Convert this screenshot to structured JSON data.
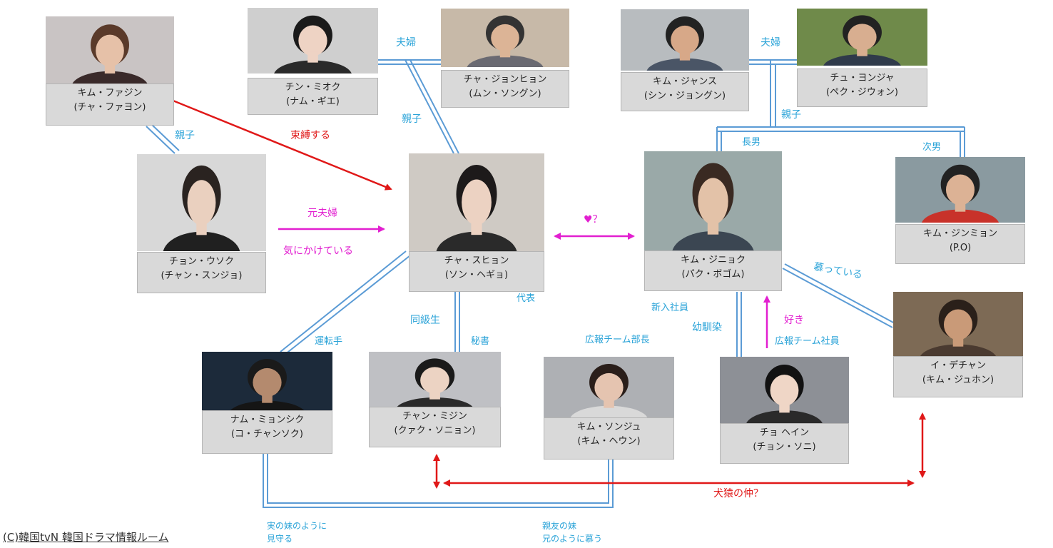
{
  "people": [
    {
      "id": "hwajin",
      "name": "キム・ファジン",
      "actor": "(チャ・ファヨン)",
      "photo": {
        "bg": "#c9c4c4",
        "hair": "#5a3a2a",
        "skin": "#e6c1a8",
        "cloth": "#3a2a2a"
      }
    },
    {
      "id": "mioku",
      "name": "チン・ミオク",
      "actor": "(ナム・ギエ)",
      "photo": {
        "bg": "#cfcfcf",
        "hair": "#1a1a1a",
        "skin": "#eed3c4",
        "cloth": "#2a2a2a"
      }
    },
    {
      "id": "jonghyun",
      "name": "チャ・ジョンヒョン",
      "actor": "(ムン・ソングン)",
      "photo": {
        "bg": "#c7b9a8",
        "hair": "#333",
        "skin": "#dcb496",
        "cloth": "#6a6a72"
      }
    },
    {
      "id": "jangsu",
      "name": "キム・ジャンス",
      "actor": "(シン・ジョングン)",
      "photo": {
        "bg": "#b8bcbf",
        "hair": "#222",
        "skin": "#d7a888",
        "cloth": "#4a5566"
      }
    },
    {
      "id": "yongja",
      "name": "チュ・ヨンジャ",
      "actor": "(ペク・ジウォン)",
      "photo": {
        "bg": "#6f8a4a",
        "hair": "#222",
        "skin": "#d8ae90",
        "cloth": "#2f3a4a"
      }
    },
    {
      "id": "woosok",
      "name": "チョン・ウソク",
      "actor": "(チャン・スンジョ)",
      "photo": {
        "bg": "#d8d8d8",
        "hair": "#2a2320",
        "skin": "#ead0bf",
        "cloth": "#202020"
      }
    },
    {
      "id": "suhyun",
      "name": "チャ・スヒョン",
      "actor": "(ソン・ヘギョ)",
      "photo": {
        "bg": "#cfcac4",
        "hair": "#1d1a1a",
        "skin": "#ecd2c2",
        "cloth": "#2a2a2a"
      }
    },
    {
      "id": "jinhyuk",
      "name": "キム・ジニョク",
      "actor": "(パク・ボゴム)",
      "photo": {
        "bg": "#9aa9a8",
        "hair": "#3a2a22",
        "skin": "#e3c2a8",
        "cloth": "#3b4652"
      }
    },
    {
      "id": "jinmyung",
      "name": "キム・ジンミョン",
      "actor": "(P.O)",
      "photo": {
        "bg": "#8a9aa0",
        "hair": "#222",
        "skin": "#dcb295",
        "cloth": "#c8322a"
      }
    },
    {
      "id": "daechan",
      "name": "イ・デチャン",
      "actor": "(キム・ジュホン)",
      "photo": {
        "bg": "#7d6a55",
        "hair": "#2a201a",
        "skin": "#c99a78",
        "cloth": "#4a3a30"
      }
    },
    {
      "id": "myungsik",
      "name": "ナム・ミョンシク",
      "actor": "(コ・チャンソク)",
      "photo": {
        "bg": "#1c2a3a",
        "hair": "#1a1a1a",
        "skin": "#b48a6e",
        "cloth": "#151515"
      }
    },
    {
      "id": "mijin",
      "name": "チャン・ミジン",
      "actor": "(クァク・ソニョン)",
      "photo": {
        "bg": "#bfc0c4",
        "hair": "#1a1a1a",
        "skin": "#ecd3c3",
        "cloth": "#2a2a2a"
      }
    },
    {
      "id": "sunju",
      "name": "キム・ソンジュ",
      "actor": "(キム・ヘウン)",
      "photo": {
        "bg": "#aeb0b4",
        "hair": "#2a1e1a",
        "skin": "#e5c4b0",
        "cloth": "#d9d9d9"
      }
    },
    {
      "id": "hyein",
      "name": "チョ ヘイン",
      "actor": "(チョン・ソニ)",
      "photo": {
        "bg": "#8d9096",
        "hair": "#121212",
        "skin": "#efd6c6",
        "cloth": "#2a2a2a"
      }
    }
  ],
  "labels": {
    "fuufu1": "夫婦",
    "fuufu2": "夫婦",
    "oyako1": "親子",
    "oyako2": "親子",
    "oyako3": "親子",
    "sokubaku": "束縛する",
    "motofuufu": "元夫婦",
    "kinikake": "気にかけている",
    "heart": "♥？",
    "chounan": "長男",
    "jinan": "次男",
    "shitatte": "慕っている",
    "daihyou": "代表",
    "shinnyuu": "新入社員",
    "dokyuusei": "同級生",
    "hisho": "秘書",
    "untenshu": "運転手",
    "kouhoubuchou": "広報チーム部長",
    "osananajimi": "幼馴染",
    "suki": "好き",
    "kouhoushain": "広報チーム社員",
    "kenen": "犬猿の仲？",
    "note1_line1": "実の妹のように",
    "note1_line2": "見守る",
    "note2_line1": "親友の妹",
    "note2_line2": "兄のように慕う"
  },
  "copyright": "(C)韓国tvN 韓国ドラマ情報ルーム",
  "colors": {
    "blue_line": "#5b9bd5",
    "blue_text": "#2aa3d8",
    "red": "#e01818",
    "magenta": "#e21fd0",
    "namebox": "#d9d9d9"
  }
}
